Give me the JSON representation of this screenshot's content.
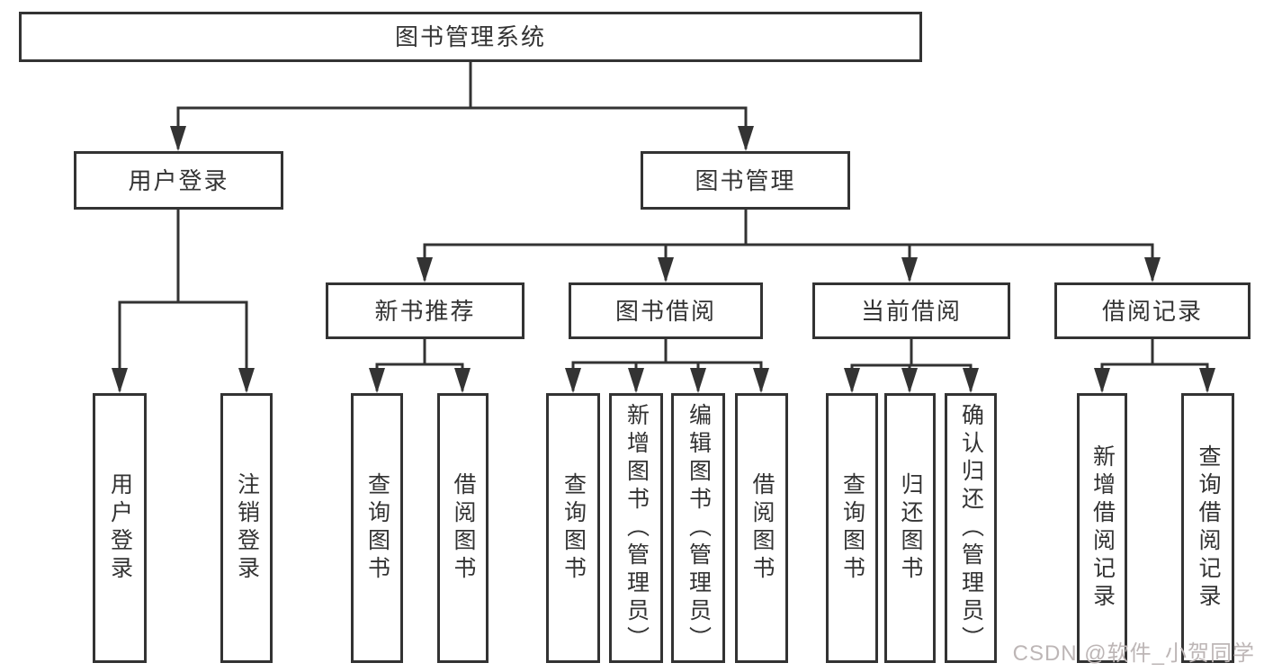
{
  "tree": {
    "label": "图书管理系统",
    "children": [
      {
        "label": "用户登录",
        "children": [
          {
            "label": "用户登录"
          },
          {
            "label": "注销登录"
          }
        ]
      },
      {
        "label": "图书管理",
        "children": [
          {
            "label": "新书推荐",
            "children": [
              {
                "label": "查询图书"
              },
              {
                "label": "借阅图书"
              }
            ]
          },
          {
            "label": "图书借阅",
            "children": [
              {
                "label": "查询图书"
              },
              {
                "label": "新增图书（管理员）"
              },
              {
                "label": "编辑图书（管理员）"
              },
              {
                "label": "借阅图书"
              }
            ]
          },
          {
            "label": "当前借阅",
            "children": [
              {
                "label": "查询图书"
              },
              {
                "label": "归还图书"
              },
              {
                "label": "确认归还（管理员）"
              }
            ]
          },
          {
            "label": "借阅记录",
            "children": [
              {
                "label": "新增借阅记录"
              },
              {
                "label": "查询借阅记录"
              }
            ]
          }
        ]
      }
    ]
  },
  "watermark": "CSDN @软件_小贺同学",
  "colors": {
    "line": "#333333",
    "text": "#333333",
    "box_fill": "#ffffff",
    "background": "#ffffff",
    "watermark": "#bdb6b6"
  }
}
